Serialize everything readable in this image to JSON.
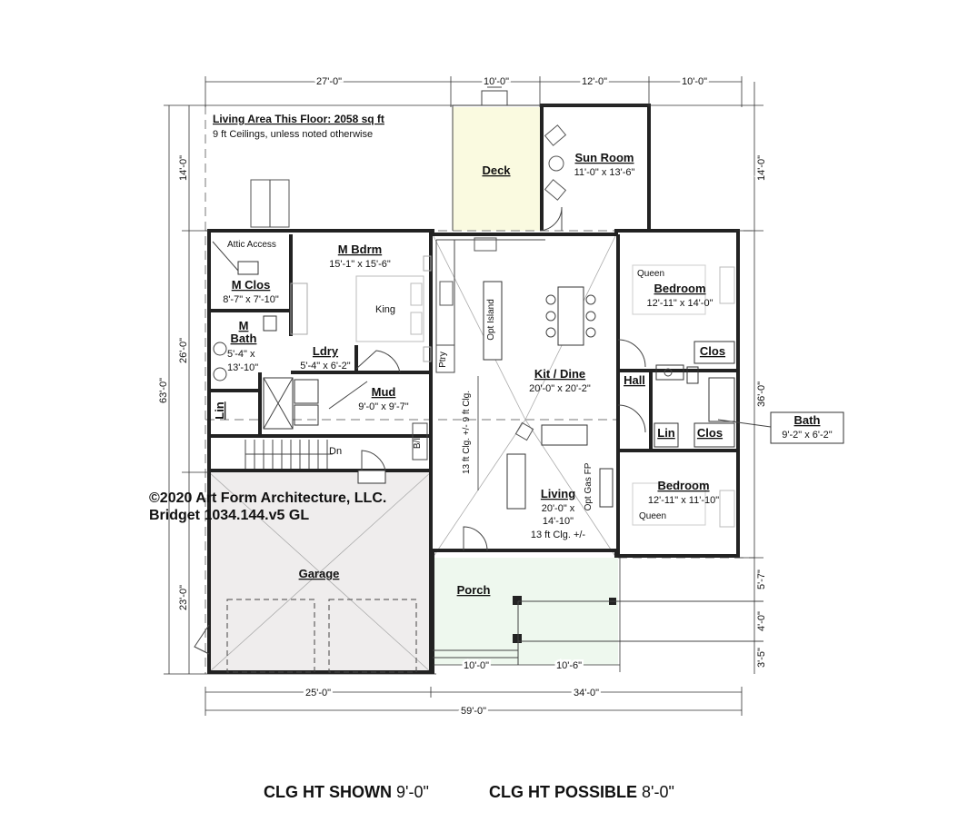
{
  "plan": {
    "living_area": "Living Area This Floor: 2058 sq ft",
    "ceilings_note": "9 ft Ceilings, unless noted otherwise",
    "copyright": "©2020 Art Form Architecture, LLC.",
    "plan_id": "Bridget 1034.144.v5 GL"
  },
  "rooms": {
    "deck": "Deck",
    "sunroom": {
      "name": "Sun Room",
      "size": "11'-0\" x 13'-6\""
    },
    "attic": "Attic Access",
    "mbdrm": {
      "name": "M Bdrm",
      "size": "15'-1\" x 15'-6\""
    },
    "king": "King",
    "mclos": {
      "name": "M Clos",
      "size": "8'-7\" x 7'-10\""
    },
    "mbath": {
      "name1": "M",
      "name2": "Bath",
      "size1": "5'-4\" x",
      "size2": "13'-10\""
    },
    "ldry": {
      "name": "Ldry",
      "size": "5'-4\" x 6'-2\""
    },
    "mud": {
      "name": "Mud",
      "size": "9'-0\" x 9'-7\""
    },
    "lin_left": "Lin",
    "dn": "Dn",
    "bi": "B/I",
    "ptry": "Ptry",
    "island": "Opt Island",
    "kit": {
      "name": "Kit / Dine",
      "size": "20'-0\" x 20'-2\""
    },
    "clg_split": "13 ft Clg. +/- 9 ft Clg.",
    "living": {
      "name": "Living",
      "size1": "20'-0\" x",
      "size2": "14'-10\"",
      "clg": "13 ft Clg. +/-"
    },
    "gasfp": "Opt Gas FP",
    "hall": "Hall",
    "bed1": {
      "name": "Bedroom",
      "size": "12'-11\" x 14'-0\"",
      "bed": "Queen"
    },
    "bed2": {
      "name": "Bedroom",
      "size": "12'-11\" x 11'-10\"",
      "bed": "Queen"
    },
    "clos1": "Clos",
    "clos2": "Clos",
    "lin_right": "Lin",
    "bath": {
      "name": "Bath",
      "size": "9'-2\" x 6'-2\""
    },
    "garage": "Garage",
    "porch": "Porch"
  },
  "dims": {
    "top": [
      "27'-0\"",
      "10'-0\"",
      "12'-0\"",
      "10'-0\""
    ],
    "left_outer": "63'-0\"",
    "left_inner": [
      "14'-0\"",
      "26'-0\"",
      "23'-0\""
    ],
    "right": [
      "14'-0\"",
      "36'-0\"",
      "5'-7\"",
      "4'-0\"",
      "3'-5\""
    ],
    "bottom_inner": [
      "10'-0\"",
      "10'-6\""
    ],
    "bottom": [
      "25'-0\"",
      "34'-0\""
    ],
    "bottom_total": "59'-0\""
  },
  "footer": {
    "shown_label": "CLG HT SHOWN",
    "shown_value": "9'-0\"",
    "possible_label": "CLG HT POSSIBLE",
    "possible_value": "8'-0\""
  }
}
